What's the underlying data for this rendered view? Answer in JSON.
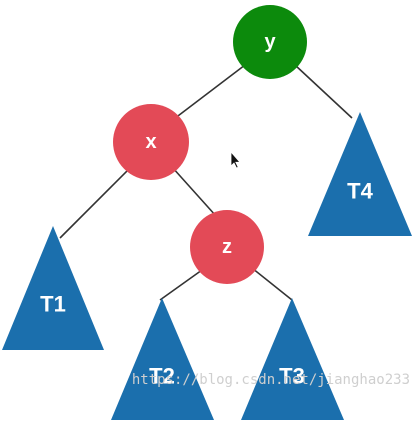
{
  "colors": {
    "root": "#0c8a0c",
    "red": "#e34a57",
    "blue": "#1b6fad",
    "edge": "#333333"
  },
  "nodes": {
    "y": "y",
    "x": "x",
    "z": "z"
  },
  "subtrees": {
    "t1": "T1",
    "t2": "T2",
    "t3": "T3",
    "t4": "T4"
  },
  "watermark": "https://blog.csdn.net/jianghao233",
  "icons": [
    "mouse-cursor-icon"
  ]
}
